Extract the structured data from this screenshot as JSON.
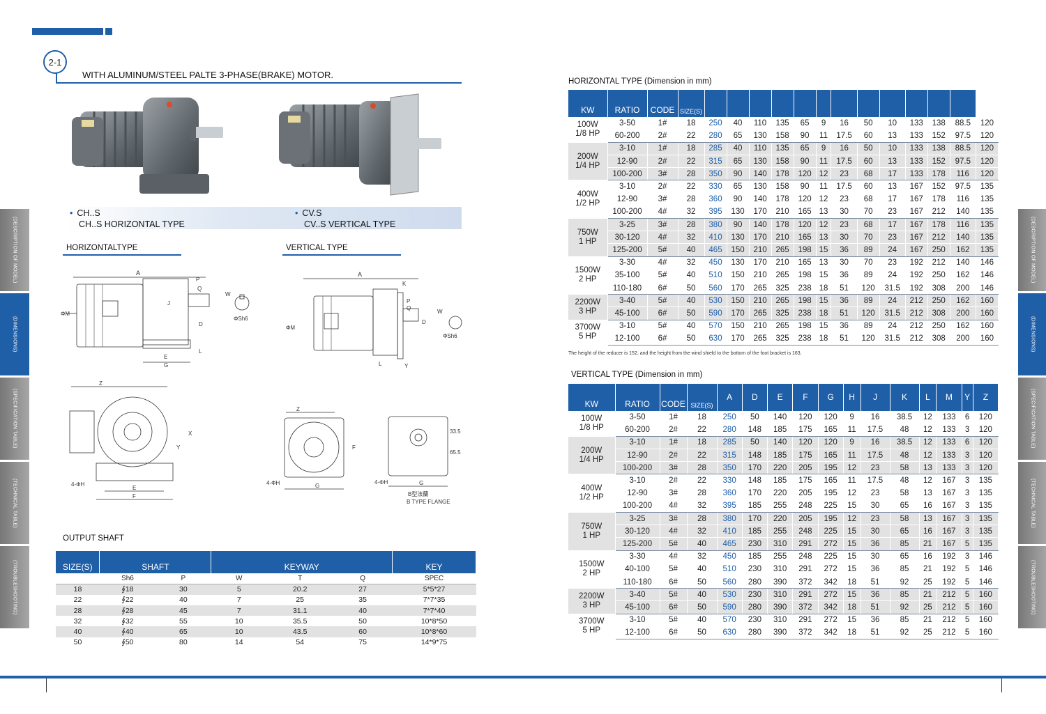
{
  "header": {
    "badge": "2-1",
    "title": "WITH ALUMINUM/STEEL PALTE 3-PHASE(BRAKE) MOTOR."
  },
  "products": [
    {
      "code": "CH..S",
      "name": "CH..S HORIZONTAL TYPE"
    },
    {
      "code": "CV.S",
      "name": "CV..S VERTICAL TYPE"
    }
  ],
  "drawings": {
    "horizontal_title": "HORIZONTALTYPE",
    "vertical_title": "VERTICAL TYPE",
    "labels": {
      "A": "A",
      "P": "P",
      "Q": "Q",
      "K": "K",
      "W": "W",
      "M": "ΦM",
      "J": "J",
      "D": "D",
      "L": "L",
      "Y": "Y",
      "G": "G",
      "Z": "Z",
      "X": "X",
      "H": "4-ΦH",
      "E": "E",
      "F": "F",
      "Sh6": "ΦSh6",
      "V335": "33.5",
      "V655": "65.5",
      "flange": "B型法蘭",
      "flange_en": "B TYPE FLANGE"
    }
  },
  "output_shaft": {
    "title": "OUTPUT SHAFT",
    "headers": [
      "SIZE(S)",
      "SHAFT",
      "KEYWAY",
      "KEY"
    ],
    "sub": [
      "",
      "Sh6",
      "P",
      "W",
      "T",
      "Q",
      "SPEC"
    ],
    "rows": [
      [
        "18",
        "∮18",
        "30",
        "5",
        "20.2",
        "27",
        "5*5*27"
      ],
      [
        "22",
        "∮22",
        "40",
        "7",
        "25",
        "35",
        "7*7*35"
      ],
      [
        "28",
        "∮28",
        "45",
        "7",
        "31.1",
        "40",
        "7*7*40"
      ],
      [
        "32",
        "∮32",
        "55",
        "10",
        "35.5",
        "50",
        "10*8*50"
      ],
      [
        "40",
        "∮40",
        "65",
        "10",
        "43.5",
        "60",
        "10*8*60"
      ],
      [
        "50",
        "∮50",
        "80",
        "14",
        "54",
        "75",
        "14*9*75"
      ]
    ]
  },
  "horizontal": {
    "title": "HORIZONTAL TYPE (Dimension in mm)",
    "headers": [
      "KW",
      "RATIO",
      "CODE",
      "SIZE(S)"
    ],
    "note": "The height of the reducer is 152, and the height from the wind shield to the bottom of the foot bracket is 163.",
    "groups": [
      {
        "kw": [
          "100W",
          "1/8 HP"
        ],
        "rows": [
          [
            "3-50",
            "1#",
            "18",
            "250",
            "40",
            "110",
            "135",
            "65",
            "9",
            "16",
            "50",
            "10",
            "133",
            "138",
            "88.5",
            "120"
          ],
          [
            "60-200",
            "2#",
            "22",
            "280",
            "65",
            "130",
            "158",
            "90",
            "11",
            "17.5",
            "60",
            "13",
            "133",
            "152",
            "97.5",
            "120"
          ]
        ]
      },
      {
        "kw": [
          "200W",
          "1/4 HP"
        ],
        "rows": [
          [
            "3-10",
            "1#",
            "18",
            "285",
            "40",
            "110",
            "135",
            "65",
            "9",
            "16",
            "50",
            "10",
            "133",
            "138",
            "88.5",
            "120"
          ],
          [
            "12-90",
            "2#",
            "22",
            "315",
            "65",
            "130",
            "158",
            "90",
            "11",
            "17.5",
            "60",
            "13",
            "133",
            "152",
            "97.5",
            "120"
          ],
          [
            "100-200",
            "3#",
            "28",
            "350",
            "90",
            "140",
            "178",
            "120",
            "12",
            "23",
            "68",
            "17",
            "133",
            "178",
            "116",
            "120"
          ]
        ]
      },
      {
        "kw": [
          "400W",
          "1/2 HP"
        ],
        "rows": [
          [
            "3-10",
            "2#",
            "22",
            "330",
            "65",
            "130",
            "158",
            "90",
            "11",
            "17.5",
            "60",
            "13",
            "167",
            "152",
            "97.5",
            "135"
          ],
          [
            "12-90",
            "3#",
            "28",
            "360",
            "90",
            "140",
            "178",
            "120",
            "12",
            "23",
            "68",
            "17",
            "167",
            "178",
            "116",
            "135"
          ],
          [
            "100-200",
            "4#",
            "32",
            "395",
            "130",
            "170",
            "210",
            "165",
            "13",
            "30",
            "70",
            "23",
            "167",
            "212",
            "140",
            "135"
          ]
        ]
      },
      {
        "kw": [
          "750W",
          "1 HP"
        ],
        "rows": [
          [
            "3-25",
            "3#",
            "28",
            "380",
            "90",
            "140",
            "178",
            "120",
            "12",
            "23",
            "68",
            "17",
            "167",
            "178",
            "116",
            "135"
          ],
          [
            "30-120",
            "4#",
            "32",
            "410",
            "130",
            "170",
            "210",
            "165",
            "13",
            "30",
            "70",
            "23",
            "167",
            "212",
            "140",
            "135"
          ],
          [
            "125-200",
            "5#",
            "40",
            "465",
            "150",
            "210",
            "265",
            "198",
            "15",
            "36",
            "89",
            "24",
            "167",
            "250",
            "162",
            "135"
          ]
        ]
      },
      {
        "kw": [
          "1500W",
          "2 HP"
        ],
        "rows": [
          [
            "3-30",
            "4#",
            "32",
            "450",
            "130",
            "170",
            "210",
            "165",
            "13",
            "30",
            "70",
            "23",
            "192",
            "212",
            "140",
            "146"
          ],
          [
            "35-100",
            "5#",
            "40",
            "510",
            "150",
            "210",
            "265",
            "198",
            "15",
            "36",
            "89",
            "24",
            "192",
            "250",
            "162",
            "146"
          ],
          [
            "110-180",
            "6#",
            "50",
            "560",
            "170",
            "265",
            "325",
            "238",
            "18",
            "51",
            "120",
            "31.5",
            "192",
            "308",
            "200",
            "146"
          ]
        ]
      },
      {
        "kw": [
          "2200W",
          "3 HP"
        ],
        "rows": [
          [
            "3-40",
            "5#",
            "40",
            "530",
            "150",
            "210",
            "265",
            "198",
            "15",
            "36",
            "89",
            "24",
            "212",
            "250",
            "162",
            "160"
          ],
          [
            "45-100",
            "6#",
            "50",
            "590",
            "170",
            "265",
            "325",
            "238",
            "18",
            "51",
            "120",
            "31.5",
            "212",
            "308",
            "200",
            "160"
          ]
        ]
      },
      {
        "kw": [
          "3700W",
          "5 HP"
        ],
        "rows": [
          [
            "3-10",
            "5#",
            "40",
            "570",
            "150",
            "210",
            "265",
            "198",
            "15",
            "36",
            "89",
            "24",
            "212",
            "250",
            "162",
            "160"
          ],
          [
            "12-100",
            "6#",
            "50",
            "630",
            "170",
            "265",
            "325",
            "238",
            "18",
            "51",
            "120",
            "31.5",
            "212",
            "308",
            "200",
            "160"
          ]
        ]
      }
    ]
  },
  "vertical": {
    "title": "VERTICAL TYPE (Dimension in mm)",
    "headers": [
      "KW",
      "RATIO",
      "CODE",
      "SIZE(S)",
      "A",
      "D",
      "E",
      "F",
      "G",
      "H",
      "J",
      "K",
      "L",
      "M",
      "Y",
      "Z"
    ],
    "groups": [
      {
        "kw": [
          "100W",
          "1/8 HP"
        ],
        "rows": [
          [
            "3-50",
            "1#",
            "18",
            "250",
            "50",
            "140",
            "120",
            "120",
            "9",
            "16",
            "38.5",
            "12",
            "133",
            "6",
            "120"
          ],
          [
            "60-200",
            "2#",
            "22",
            "280",
            "148",
            "185",
            "175",
            "165",
            "11",
            "17.5",
            "48",
            "12",
            "133",
            "3",
            "120"
          ]
        ]
      },
      {
        "kw": [
          "200W",
          "1/4 HP"
        ],
        "rows": [
          [
            "3-10",
            "1#",
            "18",
            "285",
            "50",
            "140",
            "120",
            "120",
            "9",
            "16",
            "38.5",
            "12",
            "133",
            "6",
            "120"
          ],
          [
            "12-90",
            "2#",
            "22",
            "315",
            "148",
            "185",
            "175",
            "165",
            "11",
            "17.5",
            "48",
            "12",
            "133",
            "3",
            "120"
          ],
          [
            "100-200",
            "3#",
            "28",
            "350",
            "170",
            "220",
            "205",
            "195",
            "12",
            "23",
            "58",
            "13",
            "133",
            "3",
            "120"
          ]
        ]
      },
      {
        "kw": [
          "400W",
          "1/2 HP"
        ],
        "rows": [
          [
            "3-10",
            "2#",
            "22",
            "330",
            "148",
            "185",
            "175",
            "165",
            "11",
            "17.5",
            "48",
            "12",
            "167",
            "3",
            "135"
          ],
          [
            "12-90",
            "3#",
            "28",
            "360",
            "170",
            "220",
            "205",
            "195",
            "12",
            "23",
            "58",
            "13",
            "167",
            "3",
            "135"
          ],
          [
            "100-200",
            "4#",
            "32",
            "395",
            "185",
            "255",
            "248",
            "225",
            "15",
            "30",
            "65",
            "16",
            "167",
            "3",
            "135"
          ]
        ]
      },
      {
        "kw": [
          "750W",
          "1 HP"
        ],
        "rows": [
          [
            "3-25",
            "3#",
            "28",
            "380",
            "170",
            "220",
            "205",
            "195",
            "12",
            "23",
            "58",
            "13",
            "167",
            "3",
            "135"
          ],
          [
            "30-120",
            "4#",
            "32",
            "410",
            "185",
            "255",
            "248",
            "225",
            "15",
            "30",
            "65",
            "16",
            "167",
            "3",
            "135"
          ],
          [
            "125-200",
            "5#",
            "40",
            "465",
            "230",
            "310",
            "291",
            "272",
            "15",
            "36",
            "85",
            "21",
            "167",
            "5",
            "135"
          ]
        ]
      },
      {
        "kw": [
          "1500W",
          "2 HP"
        ],
        "rows": [
          [
            "3-30",
            "4#",
            "32",
            "450",
            "185",
            "255",
            "248",
            "225",
            "15",
            "30",
            "65",
            "16",
            "192",
            "3",
            "146"
          ],
          [
            "40-100",
            "5#",
            "40",
            "510",
            "230",
            "310",
            "291",
            "272",
            "15",
            "36",
            "85",
            "21",
            "192",
            "5",
            "146"
          ],
          [
            "110-180",
            "6#",
            "50",
            "560",
            "280",
            "390",
            "372",
            "342",
            "18",
            "51",
            "92",
            "25",
            "192",
            "5",
            "146"
          ]
        ]
      },
      {
        "kw": [
          "2200W",
          "3 HP"
        ],
        "rows": [
          [
            "3-40",
            "5#",
            "40",
            "530",
            "230",
            "310",
            "291",
            "272",
            "15",
            "36",
            "85",
            "21",
            "212",
            "5",
            "160"
          ],
          [
            "45-100",
            "6#",
            "50",
            "590",
            "280",
            "390",
            "372",
            "342",
            "18",
            "51",
            "92",
            "25",
            "212",
            "5",
            "160"
          ]
        ]
      },
      {
        "kw": [
          "3700W",
          "5 HP"
        ],
        "rows": [
          [
            "3-10",
            "5#",
            "40",
            "570",
            "230",
            "310",
            "291",
            "272",
            "15",
            "36",
            "85",
            "21",
            "212",
            "5",
            "160"
          ],
          [
            "12-100",
            "6#",
            "50",
            "630",
            "280",
            "390",
            "372",
            "342",
            "18",
            "51",
            "92",
            "25",
            "212",
            "5",
            "160"
          ]
        ]
      }
    ]
  },
  "side_tabs": {
    "left": [
      "(DESCRIPTION OF MODEL)",
      "(DIMENSIONS)",
      "(SPECIFICATION TABLE)",
      "(TECHNICAL TABLE)",
      "(TROUBLESHOOTING)"
    ],
    "right": [
      "(DESCRIPTION OF MODEL)",
      "(DIMENSIONS)",
      "(SPECIFICATION TABLE)",
      "(TECHNICAL TABLE)",
      "(TROUBLESHOOTING)"
    ],
    "active": 1
  },
  "colors": {
    "accent": "#1f5fa8",
    "row_alt": "#e2e2e2"
  }
}
